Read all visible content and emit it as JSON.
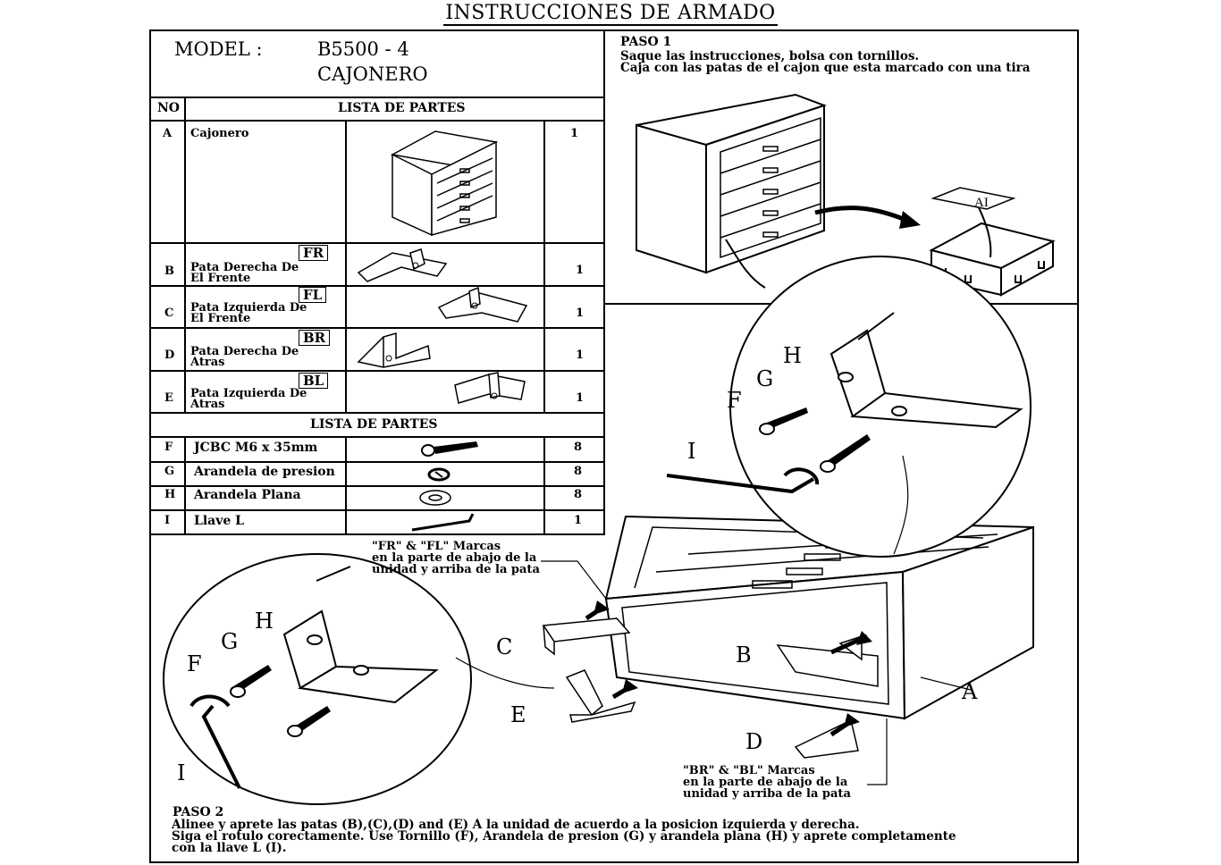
{
  "title": "INSTRUCCIONES DE ARMADO",
  "model": {
    "label": "MODEL :",
    "number": "B5500 - 4",
    "name": "CAJONERO"
  },
  "parts_table": {
    "col_no": "NO",
    "header_1": "LISTA DE PARTES",
    "header_2": "LISTA DE PARTES",
    "panels": [
      {
        "no": "A",
        "name": "Cajonero",
        "tag": "",
        "qty": "1",
        "icon": "dresser-icon"
      },
      {
        "no": "B",
        "name_line1": "Pata Derecha De",
        "name_line2": "El Frente",
        "tag": "FR",
        "qty": "1",
        "icon": "front-right-leg-icon"
      },
      {
        "no": "C",
        "name_line1": "Pata Izquierda De",
        "name_line2": "El Frente",
        "tag": "FL",
        "qty": "1",
        "icon": "front-left-leg-icon"
      },
      {
        "no": "D",
        "name_line1": "Pata Derecha De",
        "name_line2": "Atras",
        "tag": "BR",
        "qty": "1",
        "icon": "back-right-leg-icon"
      },
      {
        "no": "E",
        "name_line1": "Pata Izquierda De",
        "name_line2": "Atras",
        "tag": "BL",
        "qty": "1",
        "icon": "back-left-leg-icon"
      }
    ],
    "hardware": [
      {
        "no": "F",
        "name": "JCBC M6 x 35mm",
        "qty": "8",
        "icon": "bolt-icon"
      },
      {
        "no": "G",
        "name": "Arandela de presion",
        "qty": "8",
        "icon": "lock-washer-icon"
      },
      {
        "no": "H",
        "name": "Arandela Plana",
        "qty": "8",
        "icon": "flat-washer-icon"
      },
      {
        "no": "I",
        "name": "Llave L",
        "qty": "1",
        "icon": "l-key-icon"
      }
    ]
  },
  "step1": {
    "title": "PASO 1",
    "line1": "Saque las instrucciones, bolsa con tornillos.",
    "line2": "Caja con las patas de el cajon que esta marcado con una tira",
    "box_label": "AI"
  },
  "step2": {
    "title": "PASO 2",
    "line1": "Alinee y aprete las patas (B),(C),(D) and (E) A la unidad de acuerdo a la posicion izquierda y derecha.",
    "line2": "Siga el rotulo corectamente. Use Tornillo (F), Arandela de presion (G) y arandela plana (H) y aprete completamente",
    "line3": "con la llave L (I)."
  },
  "notes": {
    "front_1": "\"FR\" & \"FL\" Marcas",
    "front_2": "en la parte de abajo de la",
    "front_3": "unidad y arriba de la pata",
    "back_1": "\"BR\" & \"BL\" Marcas",
    "back_2": "en la parte de abajo de la",
    "back_3": "unidad y arriba de la pata"
  },
  "callouts": {
    "a": "A",
    "b": "B",
    "c": "C",
    "d": "D",
    "e": "E",
    "f": "F",
    "g": "G",
    "h": "H",
    "i": "I"
  }
}
